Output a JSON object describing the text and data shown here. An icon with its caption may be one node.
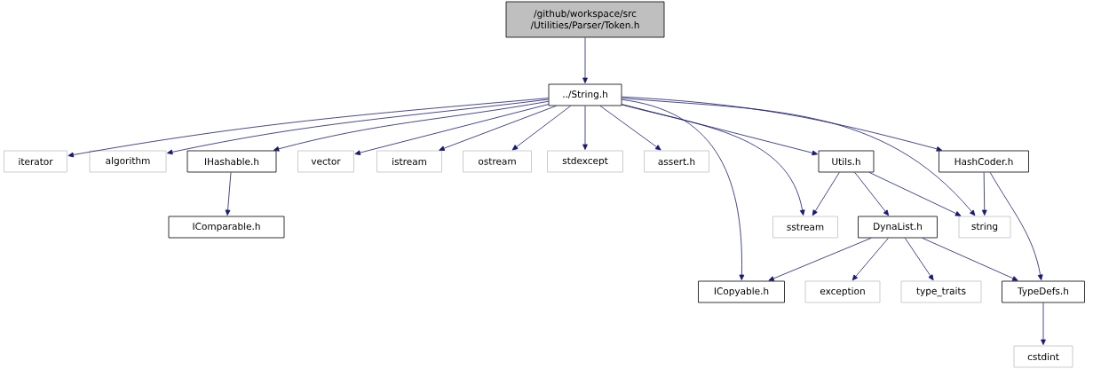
{
  "diagram": {
    "nodes": [
      {
        "text": [
          "/github/workspace/src /Utilities/Parser/Token.h"
        ]
      },
      {
        "text": [
          "../String.h"
        ]
      },
      {
        "text": [
          "iterator"
        ]
      },
      {
        "text": [
          "algorithm"
        ]
      },
      {
        "text": [
          "IHashable.h"
        ]
      },
      {
        "text": [
          "vector"
        ]
      },
      {
        "text": [
          "istream"
        ]
      },
      {
        "text": [
          "ostream"
        ]
      },
      {
        "text": [
          "stdexcept"
        ]
      },
      {
        "text": [
          "assert.h"
        ]
      },
      {
        "text": [
          "Utils.h"
        ]
      },
      {
        "text": [
          "HashCoder.h"
        ]
      },
      {
        "text": [
          "IComparable.h"
        ]
      },
      {
        "text": [
          "sstream"
        ]
      },
      {
        "text": [
          "DynaList.h"
        ]
      },
      {
        "text": [
          "string"
        ]
      },
      {
        "text": [
          "ICopyable.h"
        ]
      },
      {
        "text": [
          "exception"
        ]
      },
      {
        "text": [
          "type_traits"
        ]
      },
      {
        "text": [
          "TypeDefs.h"
        ]
      },
      {
        "text": [
          "cstdint"
        ]
      }
    ],
    "edges": [
      {
        "from": 0,
        "to": 1,
        "arrow": "to"
      },
      {
        "from": 1,
        "to": 2,
        "arrow": "to"
      },
      {
        "from": 1,
        "to": 3,
        "arrow": "to"
      },
      {
        "from": 1,
        "to": 4,
        "arrow": "to"
      },
      {
        "from": 1,
        "to": 5,
        "arrow": "to"
      },
      {
        "from": 1,
        "to": 6,
        "arrow": "to"
      },
      {
        "from": 1,
        "to": 7,
        "arrow": "to"
      },
      {
        "from": 1,
        "to": 8,
        "arrow": "to"
      },
      {
        "from": 1,
        "to": 9,
        "arrow": "to"
      },
      {
        "from": 1,
        "to": 16,
        "arrow": "to"
      },
      {
        "from": 1,
        "to": 13,
        "arrow": "to"
      },
      {
        "from": 1,
        "to": 10,
        "arrow": "to"
      },
      {
        "from": 1,
        "to": 15,
        "arrow": "to"
      },
      {
        "from": 1,
        "to": 11,
        "arrow": "to"
      },
      {
        "from": 4,
        "to": 12,
        "arrow": "to"
      },
      {
        "from": 10,
        "to": 13,
        "arrow": "to"
      },
      {
        "from": 10,
        "to": 14,
        "arrow": "to"
      },
      {
        "from": 10,
        "to": 15,
        "arrow": "to"
      },
      {
        "from": 11,
        "to": 15,
        "arrow": "to"
      },
      {
        "from": 11,
        "to": 19,
        "arrow": "to"
      },
      {
        "from": 14,
        "to": 16,
        "arrow": "to"
      },
      {
        "from": 14,
        "to": 17,
        "arrow": "to"
      },
      {
        "from": 14,
        "to": 18,
        "arrow": "to"
      },
      {
        "from": 14,
        "to": 19,
        "arrow": "to"
      },
      {
        "from": 19,
        "to": 20,
        "arrow": "to"
      }
    ]
  }
}
